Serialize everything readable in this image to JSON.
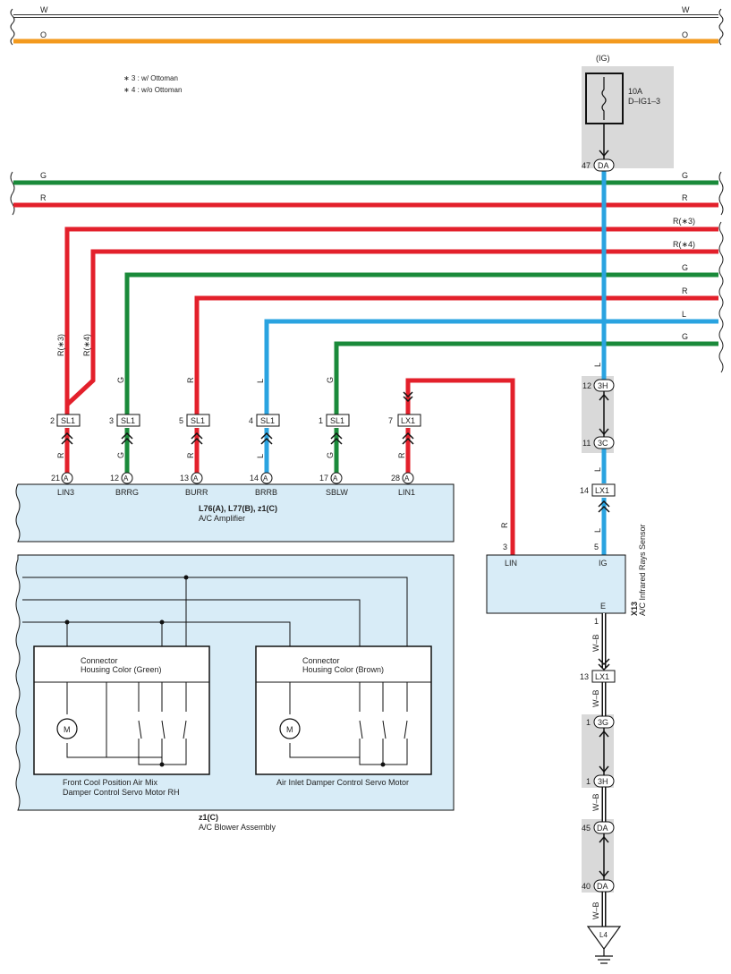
{
  "notes": {
    "n3": "∗ 3 : w/ Ottoman",
    "n4": "∗ 4 : w/o Ottoman"
  },
  "colors": {
    "red": "#e3202b",
    "green": "#1a8a3a",
    "blue": "#2aa3e0",
    "orange": "#f39a1e",
    "white_wire": "#ffffff",
    "black": "#111111",
    "box_fill": "#d8ecf7",
    "shade": "#d9d9d9"
  },
  "top_wires": {
    "w": "W",
    "o": "O"
  },
  "fuse": {
    "supply": "(IG)",
    "rating": "10A",
    "name": "D–IG1–3",
    "pin": "47",
    "conn": "DA"
  },
  "bus": {
    "g_top": "G",
    "r_top": "R",
    "r3": "R(∗3)",
    "r4": "R(∗4)",
    "g2": "G",
    "r2": "R",
    "l": "L",
    "g3": "G"
  },
  "branch_labels": {
    "b1": "R(∗3)",
    "b2": "R(∗4)",
    "b3": "G",
    "b4": "R",
    "b5": "L",
    "b6": "G"
  },
  "sl_connectors": [
    {
      "pin": "2",
      "conn": "SL1",
      "color": "R"
    },
    {
      "pin": "3",
      "conn": "SL1",
      "color": "G"
    },
    {
      "pin": "5",
      "conn": "SL1",
      "color": "R"
    },
    {
      "pin": "4",
      "conn": "SL1",
      "color": "L"
    },
    {
      "pin": "1",
      "conn": "SL1",
      "color": "G"
    },
    {
      "pin": "7",
      "conn": "LX1",
      "color": "R"
    }
  ],
  "amp_pins": [
    {
      "pin": "21",
      "conn": "A",
      "term": "LIN3"
    },
    {
      "pin": "12",
      "conn": "A",
      "term": "BRRG"
    },
    {
      "pin": "13",
      "conn": "A",
      "term": "BURR"
    },
    {
      "pin": "14",
      "conn": "A",
      "term": "BRRB"
    },
    {
      "pin": "17",
      "conn": "A",
      "term": "SBLW"
    },
    {
      "pin": "28",
      "conn": "A",
      "term": "LIN1"
    }
  ],
  "amplifier": {
    "code": "L76(A), L77(B), z1(C)",
    "name": "A/C Amplifier"
  },
  "blower": {
    "code": "z1(C)",
    "name": "A/C Blower Assembly",
    "conn1": {
      "line1": "Connector",
      "line2": "Housing Color (Green)"
    },
    "conn2": {
      "line1": "Connector",
      "line2": "Housing Color (Brown)"
    },
    "motor_label": "M",
    "servo1": {
      "line1": "Front Cool Position Air Mix",
      "line2": "Damper Control Servo Motor RH"
    },
    "servo2": {
      "line1": "Air Inlet Damper Control Servo Motor"
    }
  },
  "sensor": {
    "code": "X13",
    "name": "A/C Infrared Rays Sensor",
    "lin": "LIN",
    "ig": "IG",
    "e": "E",
    "pin_lin": "3",
    "pin_ig": "5",
    "pin_e": "1",
    "wire_r": "R"
  },
  "right_column": {
    "wire_l": "L",
    "c1": {
      "pin": "12",
      "conn": "3H"
    },
    "c2": {
      "pin": "11",
      "conn": "3C"
    },
    "c3": {
      "pin": "14",
      "conn": "LX1"
    },
    "wire_wb": "W–B",
    "c4": {
      "pin": "13",
      "conn": "LX1"
    },
    "c5": {
      "pin": "1",
      "conn": "3G"
    },
    "c6": {
      "pin": "1",
      "conn": "3H"
    },
    "c7": {
      "pin": "45",
      "conn": "DA"
    },
    "c8": {
      "pin": "40",
      "conn": "DA"
    },
    "ground": "L4"
  }
}
